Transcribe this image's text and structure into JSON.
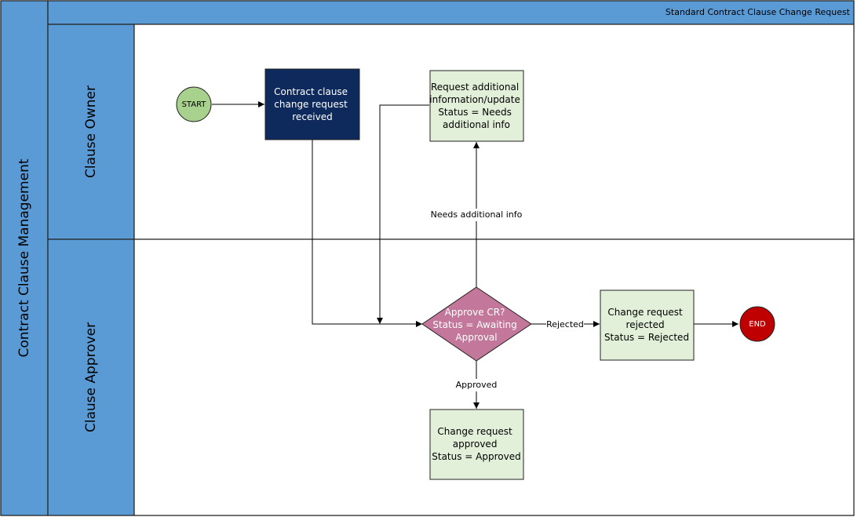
{
  "diagram": {
    "pool_label": "Contract Clause Management",
    "header_title": "Standard Contract Clause Change Request",
    "lanes": [
      {
        "label": "Clause Owner"
      },
      {
        "label": "Clause Approver"
      }
    ],
    "start_label": "START",
    "end_label": "END",
    "nodes": {
      "received": [
        "Contract clause",
        "change request",
        "received"
      ],
      "request_info": [
        "Request additional",
        "information/update",
        "Status = Needs",
        "additional info"
      ],
      "decision": [
        "Approve CR?",
        "Status = Awaiting",
        "Approval"
      ],
      "rejected": [
        "Change request",
        "rejected",
        "Status = Rejected"
      ],
      "approved": [
        "Change request",
        "approved",
        "Status = Approved"
      ]
    },
    "edge_labels": {
      "needs_info": "Needs additional info",
      "rejected": "Rejected",
      "approved": "Approved"
    },
    "colors": {
      "lane_blue": "#5b9bd5",
      "header_blue": "#5b9bd5",
      "start_fill": "#a9d18e",
      "end_fill": "#c00000",
      "task_fill": "#e2f0d9",
      "dark_task_fill": "#0e2a5c",
      "decision_fill": "#c3779a"
    }
  }
}
